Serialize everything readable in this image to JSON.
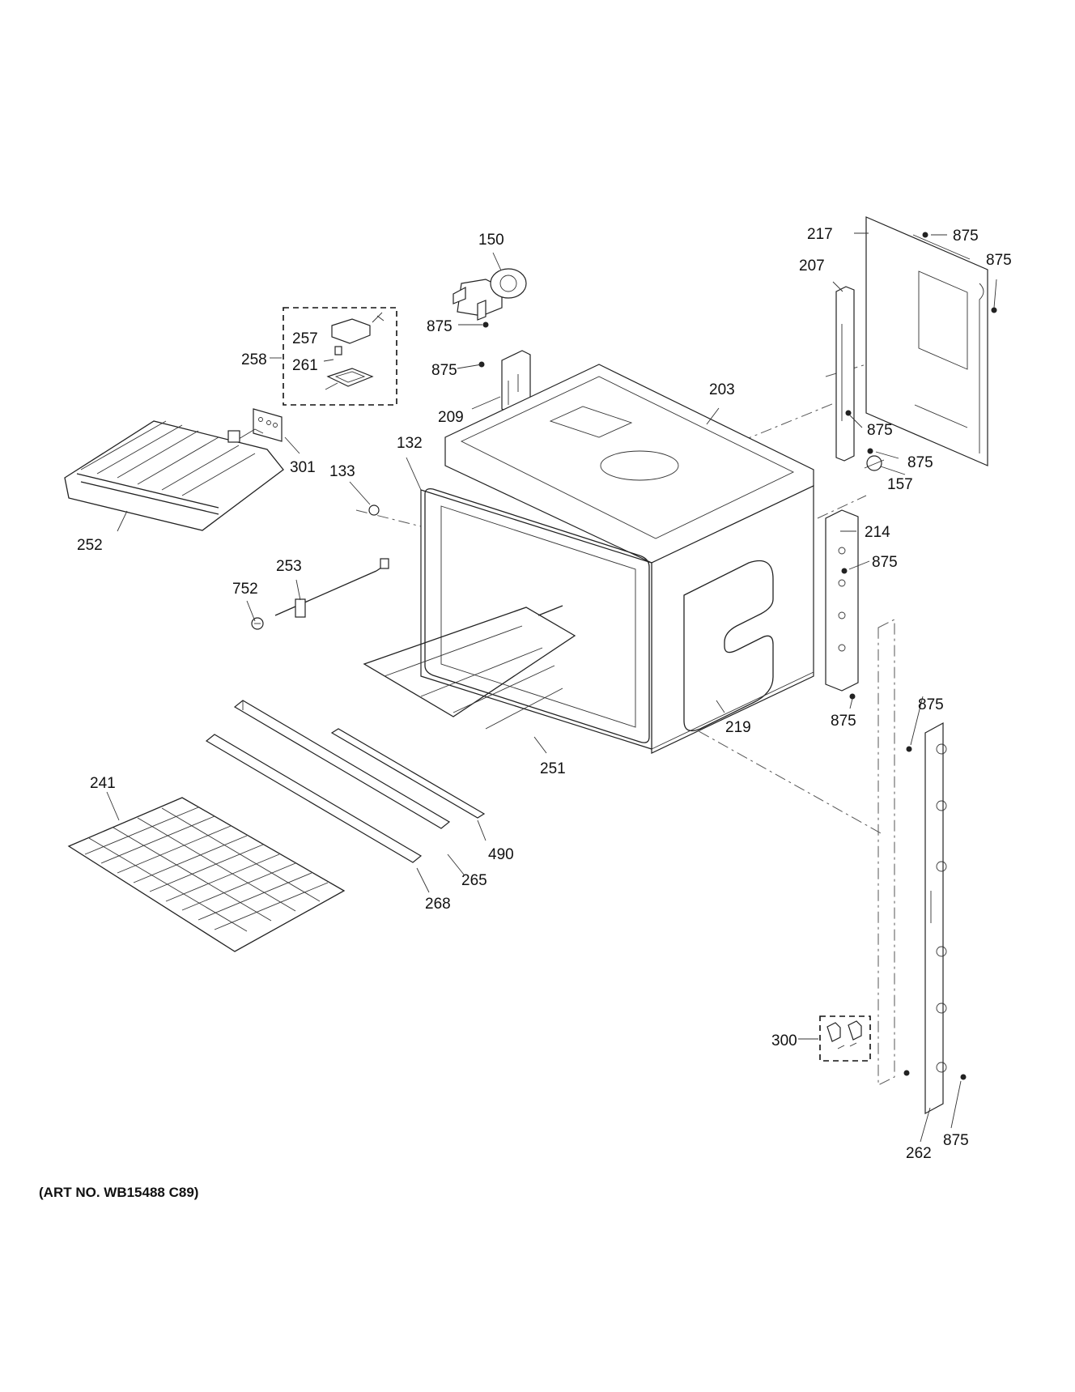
{
  "title": "",
  "art_number": "(ART NO. WB15488 C89)",
  "callouts": {
    "c150": "150",
    "c257": "257",
    "c258": "258",
    "c261": "261",
    "c301": "301",
    "c252": "252",
    "c133": "133",
    "c132": "132",
    "c209": "209",
    "c203": "203",
    "c207": "207",
    "c217": "217",
    "c157": "157",
    "c214": "214",
    "c253": "253",
    "c752": "752",
    "c219": "219",
    "c251": "251",
    "c241": "241",
    "c265": "265",
    "c268": "268",
    "c490": "490",
    "c300": "300",
    "c262": "262"
  },
  "screw_875": "875"
}
